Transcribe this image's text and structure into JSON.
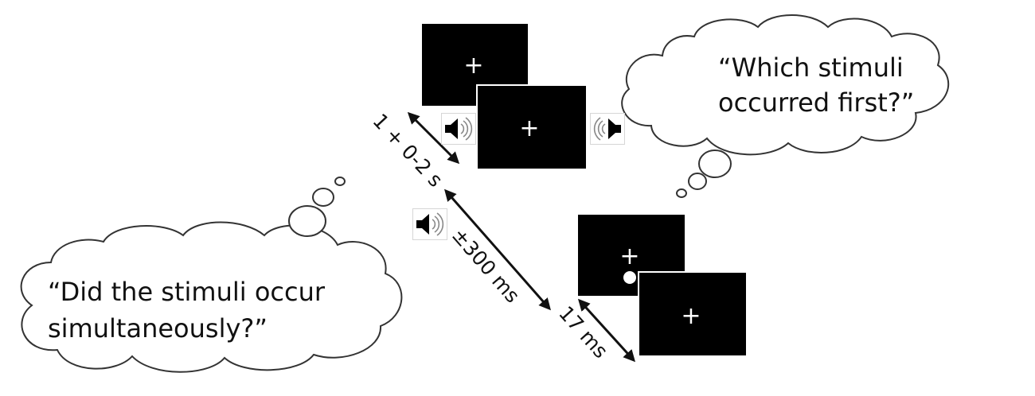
{
  "thoughts": {
    "toj_line1": "“Which stimuli",
    "toj_line2": "occurred first?”",
    "sj_line1": "“Did the stimuli occur",
    "sj_line2": "simultaneously?”"
  },
  "screens": {
    "fixation_symbol": "+"
  },
  "timing": {
    "iti_label": "1 + 0-2 s",
    "soa_label": "±300 ms",
    "flash_label": "17 ms"
  },
  "icons": {
    "speaker": "speaker-icon",
    "flash": "white-dot"
  },
  "colors": {
    "screen": "#000000",
    "ink": "#111111",
    "cloud_stroke": "#333333"
  }
}
